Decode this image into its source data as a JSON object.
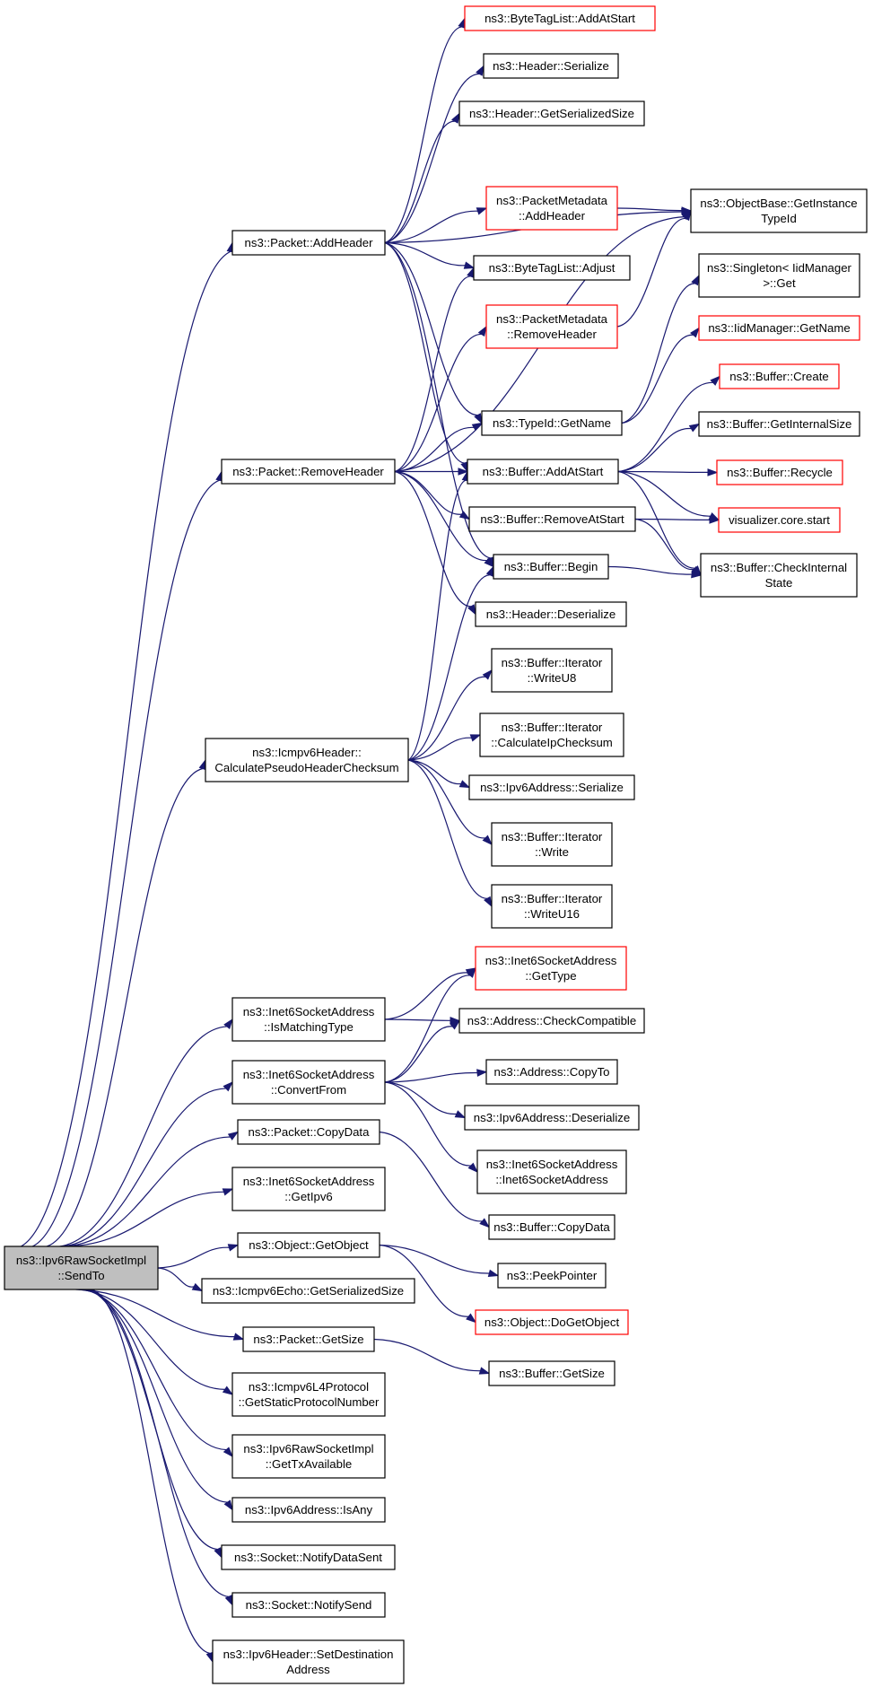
{
  "colors": {
    "edge": "#191970",
    "box_border": "#000000",
    "box_border_truncated": "#ff0000",
    "root_fill": "#bfbfbf",
    "box_fill": "#ffffff"
  },
  "nodes": [
    {
      "id": "n0",
      "lines": [
        "ns3::Ipv6RawSocketImpl",
        "::SendTo"
      ],
      "kind": "root"
    },
    {
      "id": "n1",
      "lines": [
        "ns3::Packet::AddHeader"
      ],
      "kind": "normal"
    },
    {
      "id": "n2",
      "lines": [
        "ns3::ByteTagList::AddAtStart"
      ],
      "kind": "truncated"
    },
    {
      "id": "n3",
      "lines": [
        "ns3::Header::Serialize"
      ],
      "kind": "normal"
    },
    {
      "id": "n4",
      "lines": [
        "ns3::Header::GetSerializedSize"
      ],
      "kind": "normal"
    },
    {
      "id": "n5",
      "lines": [
        "ns3::ObjectBase::GetInstance",
        "TypeId"
      ],
      "kind": "normal"
    },
    {
      "id": "n6",
      "lines": [
        "ns3::PacketMetadata",
        "::AddHeader"
      ],
      "kind": "truncated"
    },
    {
      "id": "n7",
      "lines": [
        "ns3::ByteTagList::Adjust"
      ],
      "kind": "normal"
    },
    {
      "id": "n8",
      "lines": [
        "ns3::Singleton< IidManager",
        ">::Get"
      ],
      "kind": "normal"
    },
    {
      "id": "n9",
      "lines": [
        "ns3::PacketMetadata",
        "::RemoveHeader"
      ],
      "kind": "truncated"
    },
    {
      "id": "n10",
      "lines": [
        "ns3::IidManager::GetName"
      ],
      "kind": "truncated"
    },
    {
      "id": "n11",
      "lines": [
        "ns3::Buffer::Create"
      ],
      "kind": "truncated"
    },
    {
      "id": "n12",
      "lines": [
        "ns3::TypeId::GetName"
      ],
      "kind": "normal"
    },
    {
      "id": "n13",
      "lines": [
        "ns3::Buffer::GetInternalSize"
      ],
      "kind": "normal"
    },
    {
      "id": "n14",
      "lines": [
        "ns3::Packet::RemoveHeader"
      ],
      "kind": "normal"
    },
    {
      "id": "n15",
      "lines": [
        "ns3::Buffer::AddAtStart"
      ],
      "kind": "normal"
    },
    {
      "id": "n16",
      "lines": [
        "ns3::Buffer::Recycle"
      ],
      "kind": "truncated"
    },
    {
      "id": "n17",
      "lines": [
        "ns3::Buffer::RemoveAtStart"
      ],
      "kind": "normal"
    },
    {
      "id": "n18",
      "lines": [
        "visualizer.core.start"
      ],
      "kind": "truncated"
    },
    {
      "id": "n19",
      "lines": [
        "ns3::Buffer::Begin"
      ],
      "kind": "normal"
    },
    {
      "id": "n20",
      "lines": [
        "ns3::Buffer::CheckInternal",
        "State"
      ],
      "kind": "normal"
    },
    {
      "id": "n21",
      "lines": [
        "ns3::Header::Deserialize"
      ],
      "kind": "normal"
    },
    {
      "id": "n22",
      "lines": [
        "ns3::Buffer::Iterator",
        "::WriteU8"
      ],
      "kind": "normal"
    },
    {
      "id": "n23",
      "lines": [
        "ns3::Icmpv6Header::",
        "CalculatePseudoHeaderChecksum"
      ],
      "kind": "normal"
    },
    {
      "id": "n24",
      "lines": [
        "ns3::Buffer::Iterator",
        "::CalculateIpChecksum"
      ],
      "kind": "normal"
    },
    {
      "id": "n25",
      "lines": [
        "ns3::Ipv6Address::Serialize"
      ],
      "kind": "normal"
    },
    {
      "id": "n26",
      "lines": [
        "ns3::Buffer::Iterator",
        "::Write"
      ],
      "kind": "normal"
    },
    {
      "id": "n27",
      "lines": [
        "ns3::Buffer::Iterator",
        "::WriteU16"
      ],
      "kind": "normal"
    },
    {
      "id": "n28",
      "lines": [
        "ns3::Inet6SocketAddress",
        "::GetType"
      ],
      "kind": "truncated"
    },
    {
      "id": "n29",
      "lines": [
        "ns3::Inet6SocketAddress",
        "::IsMatchingType"
      ],
      "kind": "normal"
    },
    {
      "id": "n30",
      "lines": [
        "ns3::Address::CheckCompatible"
      ],
      "kind": "normal"
    },
    {
      "id": "n31",
      "lines": [
        "ns3::Inet6SocketAddress",
        "::ConvertFrom"
      ],
      "kind": "normal"
    },
    {
      "id": "n32",
      "lines": [
        "ns3::Address::CopyTo"
      ],
      "kind": "normal"
    },
    {
      "id": "n33",
      "lines": [
        "ns3::Ipv6Address::Deserialize"
      ],
      "kind": "normal"
    },
    {
      "id": "n34",
      "lines": [
        "ns3::Packet::CopyData"
      ],
      "kind": "normal"
    },
    {
      "id": "n35",
      "lines": [
        "ns3::Inet6SocketAddress",
        "::Inet6SocketAddress"
      ],
      "kind": "normal"
    },
    {
      "id": "n36",
      "lines": [
        "ns3::Inet6SocketAddress",
        "::GetIpv6"
      ],
      "kind": "normal"
    },
    {
      "id": "n37",
      "lines": [
        "ns3::Buffer::CopyData"
      ],
      "kind": "normal"
    },
    {
      "id": "n38",
      "lines": [
        "ns3::Object::GetObject"
      ],
      "kind": "normal"
    },
    {
      "id": "n39",
      "lines": [
        "ns3::PeekPointer"
      ],
      "kind": "normal"
    },
    {
      "id": "n40",
      "lines": [
        "ns3::Icmpv6Echo::GetSerializedSize"
      ],
      "kind": "normal"
    },
    {
      "id": "n41",
      "lines": [
        "ns3::Object::DoGetObject"
      ],
      "kind": "truncated"
    },
    {
      "id": "n42",
      "lines": [
        "ns3::Packet::GetSize"
      ],
      "kind": "normal"
    },
    {
      "id": "n43",
      "lines": [
        "ns3::Buffer::GetSize"
      ],
      "kind": "normal"
    },
    {
      "id": "n44",
      "lines": [
        "ns3::Icmpv6L4Protocol",
        "::GetStaticProtocolNumber"
      ],
      "kind": "normal"
    },
    {
      "id": "n45",
      "lines": [
        "ns3::Ipv6RawSocketImpl",
        "::GetTxAvailable"
      ],
      "kind": "normal"
    },
    {
      "id": "n46",
      "lines": [
        "ns3::Ipv6Address::IsAny"
      ],
      "kind": "normal"
    },
    {
      "id": "n47",
      "lines": [
        "ns3::Socket::NotifyDataSent"
      ],
      "kind": "normal"
    },
    {
      "id": "n48",
      "lines": [
        "ns3::Socket::NotifySend"
      ],
      "kind": "normal"
    },
    {
      "id": "n49",
      "lines": [
        "ns3::Ipv6Header::SetDestination",
        "Address"
      ],
      "kind": "normal"
    }
  ],
  "edges": [
    [
      "n0",
      "n1"
    ],
    [
      "n0",
      "n14"
    ],
    [
      "n0",
      "n23"
    ],
    [
      "n0",
      "n29"
    ],
    [
      "n0",
      "n31"
    ],
    [
      "n0",
      "n34"
    ],
    [
      "n0",
      "n36"
    ],
    [
      "n0",
      "n38"
    ],
    [
      "n0",
      "n40"
    ],
    [
      "n0",
      "n42"
    ],
    [
      "n0",
      "n44"
    ],
    [
      "n0",
      "n45"
    ],
    [
      "n0",
      "n46"
    ],
    [
      "n0",
      "n47"
    ],
    [
      "n0",
      "n48"
    ],
    [
      "n0",
      "n49"
    ],
    [
      "n1",
      "n2"
    ],
    [
      "n1",
      "n3"
    ],
    [
      "n1",
      "n4"
    ],
    [
      "n1",
      "n5"
    ],
    [
      "n1",
      "n6"
    ],
    [
      "n1",
      "n7"
    ],
    [
      "n1",
      "n12"
    ],
    [
      "n1",
      "n15"
    ],
    [
      "n1",
      "n19"
    ],
    [
      "n6",
      "n5"
    ],
    [
      "n9",
      "n5"
    ],
    [
      "n12",
      "n8"
    ],
    [
      "n12",
      "n10"
    ],
    [
      "n14",
      "n7"
    ],
    [
      "n14",
      "n9"
    ],
    [
      "n14",
      "n5"
    ],
    [
      "n14",
      "n12"
    ],
    [
      "n14",
      "n15"
    ],
    [
      "n14",
      "n17"
    ],
    [
      "n14",
      "n19"
    ],
    [
      "n14",
      "n21"
    ],
    [
      "n15",
      "n11"
    ],
    [
      "n15",
      "n13"
    ],
    [
      "n15",
      "n16"
    ],
    [
      "n15",
      "n18"
    ],
    [
      "n15",
      "n20"
    ],
    [
      "n17",
      "n18"
    ],
    [
      "n17",
      "n20"
    ],
    [
      "n19",
      "n20"
    ],
    [
      "n23",
      "n15"
    ],
    [
      "n23",
      "n19"
    ],
    [
      "n23",
      "n22"
    ],
    [
      "n23",
      "n24"
    ],
    [
      "n23",
      "n25"
    ],
    [
      "n23",
      "n26"
    ],
    [
      "n23",
      "n27"
    ],
    [
      "n29",
      "n28"
    ],
    [
      "n29",
      "n30"
    ],
    [
      "n31",
      "n28"
    ],
    [
      "n31",
      "n30"
    ],
    [
      "n31",
      "n32"
    ],
    [
      "n31",
      "n33"
    ],
    [
      "n31",
      "n35"
    ],
    [
      "n34",
      "n37"
    ],
    [
      "n38",
      "n39"
    ],
    [
      "n38",
      "n41"
    ],
    [
      "n42",
      "n43"
    ]
  ]
}
